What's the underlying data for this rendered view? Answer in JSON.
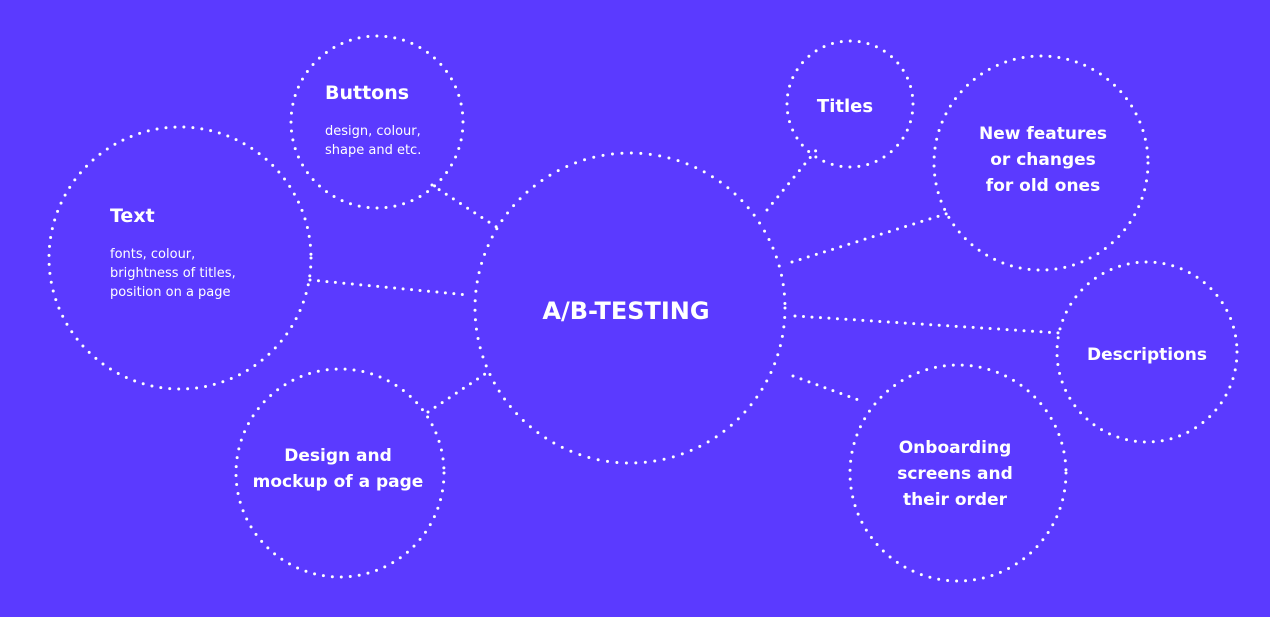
{
  "colors": {
    "background": "#5b3aff",
    "foreground": "#ffffff"
  },
  "center": {
    "title": "A/B-TESTING"
  },
  "nodes": {
    "buttons": {
      "title": "Buttons",
      "desc": [
        "design, colour,",
        "shape and etc."
      ]
    },
    "text": {
      "title": "Text",
      "desc": [
        "fonts, colour,",
        "brightness of titles,",
        "position on a page"
      ]
    },
    "design": {
      "title": [
        "Design and",
        "mockup of a page"
      ]
    },
    "titles": {
      "title": "Titles"
    },
    "new_features": {
      "title": [
        "New features",
        "or changes",
        "for old ones"
      ]
    },
    "descriptions": {
      "title": "Descriptions"
    },
    "onboarding": {
      "title": [
        "Onboarding",
        "screens and",
        "their order"
      ]
    }
  }
}
